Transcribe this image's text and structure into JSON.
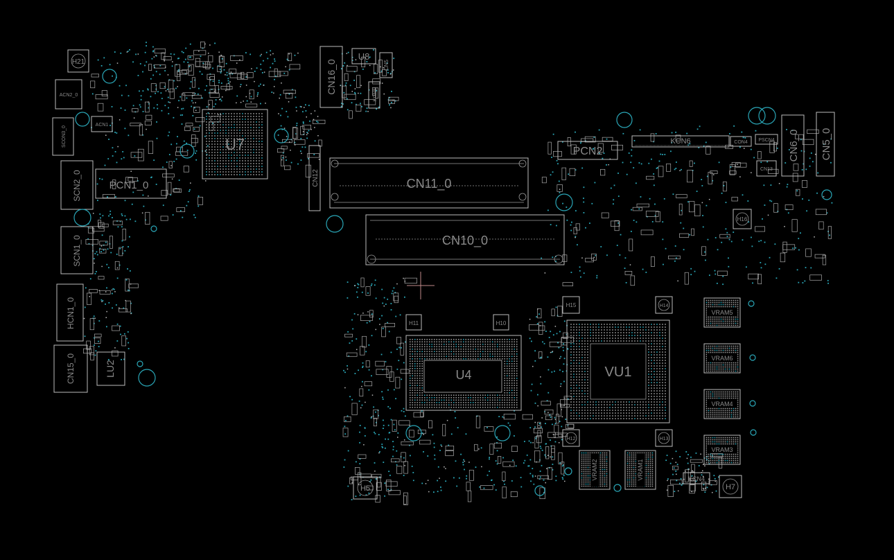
{
  "colors": {
    "background": "#000000",
    "outline": "#bdbdbd",
    "label": "#8a8a8a",
    "holes": "#2aa7b8",
    "cursor": "#c08a8a"
  },
  "labels": {
    "h21": "H21",
    "acn2": "ACN2_0",
    "acn1": "ACN1",
    "scon": "SCON3_0",
    "scn2": "SCN2_0",
    "pcn1": "PCN1_0",
    "scn1": "SCN1_0",
    "hcn1": "HCN1_0",
    "cn15": "CN15_0",
    "lu2": "LU2",
    "u7": "U7",
    "cn16": "CN16_0",
    "u8": "U8",
    "cn5": "CN5",
    "kcn8": "KCN8",
    "cn12": "CN12",
    "cn11": "CN11_0",
    "cn10": "CN10_0",
    "pcn2": "PCN2",
    "kcn6": "KCN6",
    "con4": "CON4",
    "pscn4": "PSCN4",
    "cn13": "CN13",
    "cn6": "CN6_0",
    "cn5b": "CN5_0",
    "h16": "H16",
    "h15": "H15",
    "h14": "H14",
    "h11": "H11",
    "h10": "H10",
    "u4": "U4",
    "vu1": "VU1",
    "vram5": "VRAM5",
    "vram6": "VRAM6",
    "vram4": "VRAM4",
    "vram3": "VRAM3",
    "vram2": "VRAM2",
    "vram1": "VRAM1",
    "kcn4": "KCN4",
    "h12": "H12",
    "h13": "H13",
    "h5": "H5",
    "h7": "H7"
  }
}
